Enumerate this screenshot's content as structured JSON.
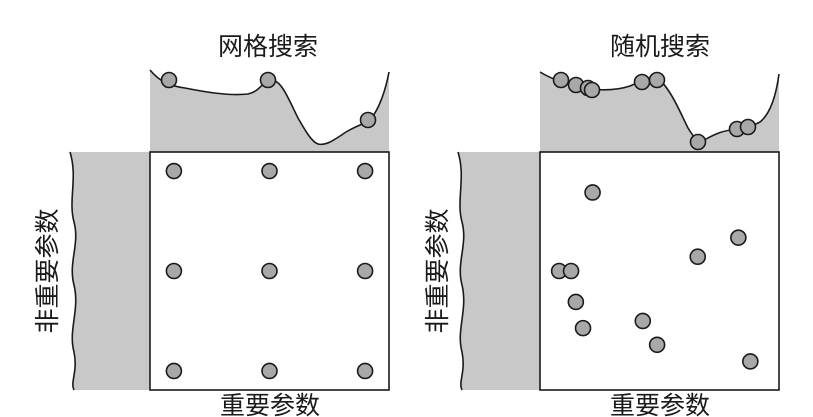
{
  "panels": [
    {
      "title": "网格搜索",
      "x_label": "重要参数",
      "y_label": "非重要参数",
      "points": [
        [
          0.1,
          0.92
        ],
        [
          0.5,
          0.92
        ],
        [
          0.9,
          0.92
        ],
        [
          0.1,
          0.5
        ],
        [
          0.5,
          0.5
        ],
        [
          0.9,
          0.5
        ],
        [
          0.1,
          0.08
        ],
        [
          0.5,
          0.08
        ],
        [
          0.9,
          0.08
        ]
      ]
    },
    {
      "title": "随机搜索",
      "x_label": "重要参数",
      "y_label": "非重要参数",
      "points": [
        [
          0.22,
          0.83
        ],
        [
          0.08,
          0.5
        ],
        [
          0.15,
          0.37
        ],
        [
          0.18,
          0.26
        ],
        [
          0.43,
          0.29
        ],
        [
          0.49,
          0.19
        ],
        [
          0.66,
          0.56
        ],
        [
          0.83,
          0.64
        ],
        [
          0.88,
          0.12
        ],
        [
          0.13,
          0.5
        ]
      ]
    }
  ]
}
